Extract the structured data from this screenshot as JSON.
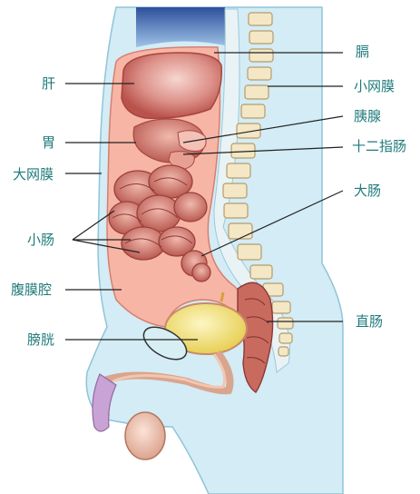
{
  "diagram": {
    "labels": {
      "liver": "肝",
      "stomach": "胃",
      "greater_omentum": "大网膜",
      "small_intestine": "小肠",
      "peritoneal_cavity": "腹膜腔",
      "bladder": "膀胱",
      "diaphragm": "膈",
      "lesser_omentum": "小网膜",
      "pancreas": "胰腺",
      "duodenum": "十二指肠",
      "large_intestine": "大肠",
      "rectum": "直肠"
    },
    "colors": {
      "label_text": "#1f7a7a",
      "body_fill": "#cfe9f3",
      "body_outline": "#8fc4d8",
      "cavity_fill": "#f7b6a6",
      "organ_red": "#c65a52",
      "liver": "#d98a82",
      "bladder": "#f2e27a",
      "vertebra": "#f4e7c6",
      "leader_line": "#222222"
    }
  }
}
